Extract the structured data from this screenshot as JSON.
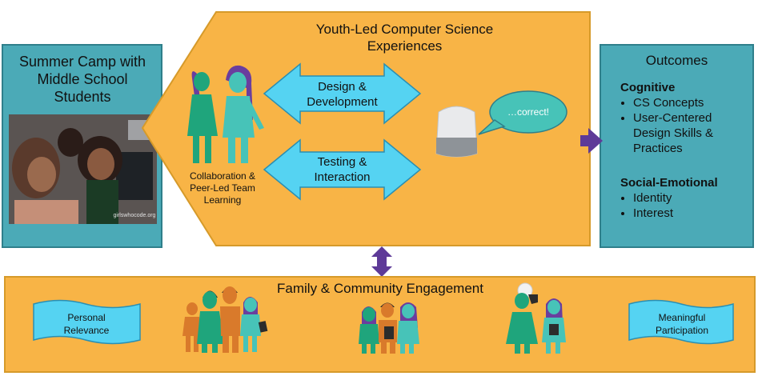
{
  "camp": {
    "title": "Summer Camp with Middle School Students",
    "photo_watermark": "girlswhocode.org"
  },
  "experiences": {
    "title": "Youth-Led Computer Science Experiences",
    "arrow1_label": "Design & Development",
    "arrow2_label": "Testing & Interaction",
    "collab_label": "Collaboration & Peer-Led Team Learning",
    "speech_text": "…correct!"
  },
  "outcomes": {
    "title": "Outcomes",
    "cognitive_heading": "Cognitive",
    "cognitive_items": [
      "CS Concepts",
      "User-Centered Design Skills & Practices"
    ],
    "social_heading": "Social-Emotional",
    "social_items": [
      "Identity",
      "Interest"
    ]
  },
  "family": {
    "title": "Family & Community Engagement",
    "left_banner": "Personal Relevance",
    "right_banner": "Meaningful Participation"
  },
  "colors": {
    "orange": "#F8B446",
    "orange_border": "#D69A2A",
    "teal_box": "#4BAAB7",
    "teal_border": "#2F7F8B",
    "cyan": "#55D3F2",
    "cyan_border": "#2A8FB3",
    "arrow_purple": "#5E3A98",
    "figure_green": "#1FA57C",
    "figure_teal": "#47C3B8",
    "figure_purple": "#6A3E9E",
    "figure_orange": "#D97A2B",
    "figure_dark": "#2C2C2C"
  },
  "icons": [
    "person-icon",
    "smart-speaker-icon",
    "speech-bubble-icon",
    "tablet-icon",
    "phone-icon"
  ]
}
